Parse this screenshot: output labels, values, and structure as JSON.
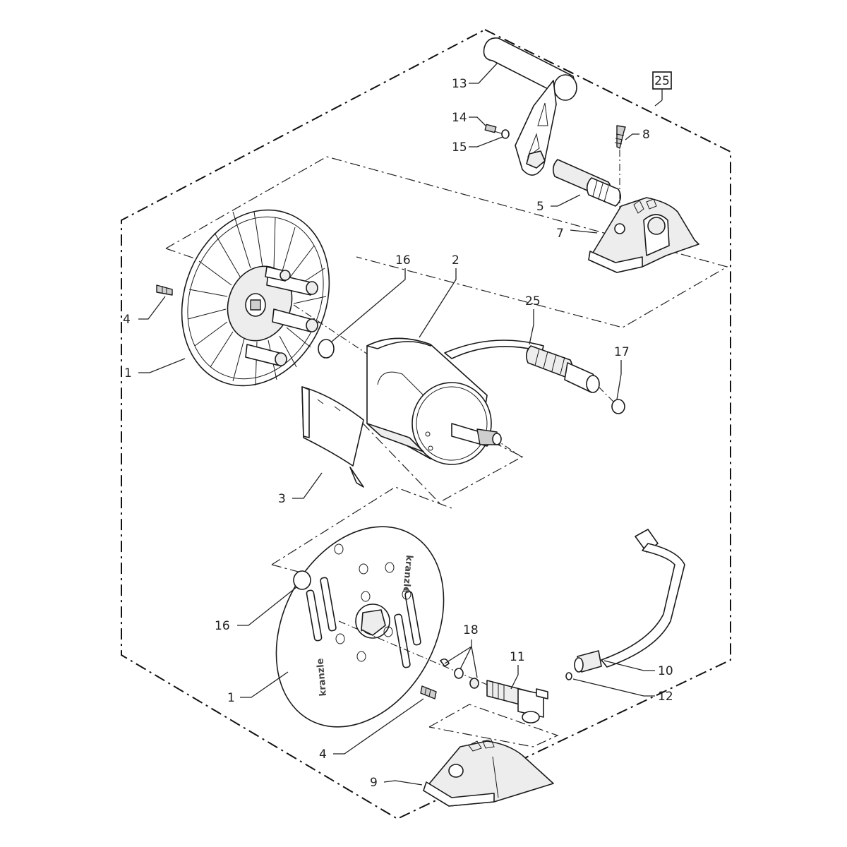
{
  "brand_text": "kranzle",
  "kit_box_label": "25",
  "callouts": [
    {
      "id": "13",
      "text": "13"
    },
    {
      "id": "14",
      "text": "14"
    },
    {
      "id": "15",
      "text": "15"
    },
    {
      "id": "8",
      "text": "8"
    },
    {
      "id": "5",
      "text": "5"
    },
    {
      "id": "7",
      "text": "7"
    },
    {
      "id": "16a",
      "text": "16"
    },
    {
      "id": "2",
      "text": "2"
    },
    {
      "id": "4a",
      "text": "4"
    },
    {
      "id": "25b",
      "text": "25"
    },
    {
      "id": "1a",
      "text": "1"
    },
    {
      "id": "17",
      "text": "17"
    },
    {
      "id": "3",
      "text": "3"
    },
    {
      "id": "16b",
      "text": "16"
    },
    {
      "id": "18",
      "text": "18"
    },
    {
      "id": "11",
      "text": "11"
    },
    {
      "id": "10",
      "text": "10"
    },
    {
      "id": "1b",
      "text": "1"
    },
    {
      "id": "12",
      "text": "12"
    },
    {
      "id": "4b",
      "text": "4"
    },
    {
      "id": "9",
      "text": "9"
    }
  ]
}
